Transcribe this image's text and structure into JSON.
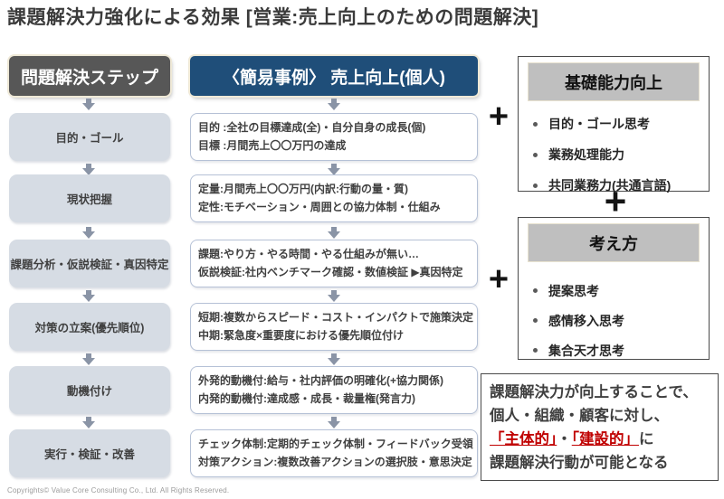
{
  "title": "課題解決力強化による効果 [営業:売上向上のための問題解決]",
  "footer": "Copyrights© Value Core Consulting Co., Ltd.  All Rights Reserved.",
  "plus_sign": "+",
  "left_column": {
    "header": "問題解決ステップ",
    "steps": [
      "目的・ゴール",
      "現状把握",
      "課題分析・仮説検証・真因特定",
      "対策の立案(優先順位)",
      "動機付け",
      "実行・検証・改善"
    ]
  },
  "middle_column": {
    "header": "〈簡易事例〉 売上向上(個人)",
    "boxes": [
      {
        "line1": "目的 :全社の目標達成(全)・自分自身の成長(個)",
        "line2": "目標 :月間売上〇〇万円の達成"
      },
      {
        "line1": "定量:月間売上〇〇万円(内訳:行動の量・質)",
        "line2": "定性:モチベーション・周囲との協力体制・仕組み"
      },
      {
        "line1": "課題:やり方・やる時間・やる仕組みが無い…",
        "line2": "仮説検証:社内ベンチマーク確認・数値検証 ▶真因特定"
      },
      {
        "line1": "短期:複数からスピード・コスト・インパクトで施策決定",
        "line2": "中期:緊急度×重要度における優先順位付け"
      },
      {
        "line1": "外発的動機付:給与・社内評価の明確化(+協力関係)",
        "line2": "内発的動機付:達成感・成長・裁量権(発言力)"
      },
      {
        "line1": "チェック体制:定期的チェック体制・フィードバック受領",
        "line2": "対策アクション:複数改善アクションの選択肢・意思決定"
      }
    ]
  },
  "right_column": {
    "skills_box": {
      "header": "基礎能力向上",
      "bullets": [
        "目的・ゴール思考",
        "業務処理能力",
        "共同業務力(共通言語)"
      ]
    },
    "mindset_box": {
      "header": "考え方",
      "bullets": [
        "提案思考",
        "感情移入思考",
        "集合天才思考"
      ]
    },
    "summary_box": {
      "line1": "課題解決力が向上することで、",
      "line2": "個人・組織・顧客に対し、",
      "red1": "「主体的」",
      "separator": "・",
      "red2": "「建設的」",
      "line3_suffix": "に",
      "line4": "課題解決行動が可能となる"
    }
  },
  "colors": {
    "title_text": "#3b3b3b",
    "dark_gray_header": "#575757",
    "navy_header": "#1f4e79",
    "step_box_bg": "#d6dce4",
    "step_box_text": "#404040",
    "middle_box_border": "#b5c1d6",
    "strip_gray": "#bfbfbf",
    "box_border_dark": "#4a4a4a",
    "accent_red": "#c00000",
    "arrow_gray": "#8a94a6",
    "footer_text": "#9b9b9b"
  }
}
